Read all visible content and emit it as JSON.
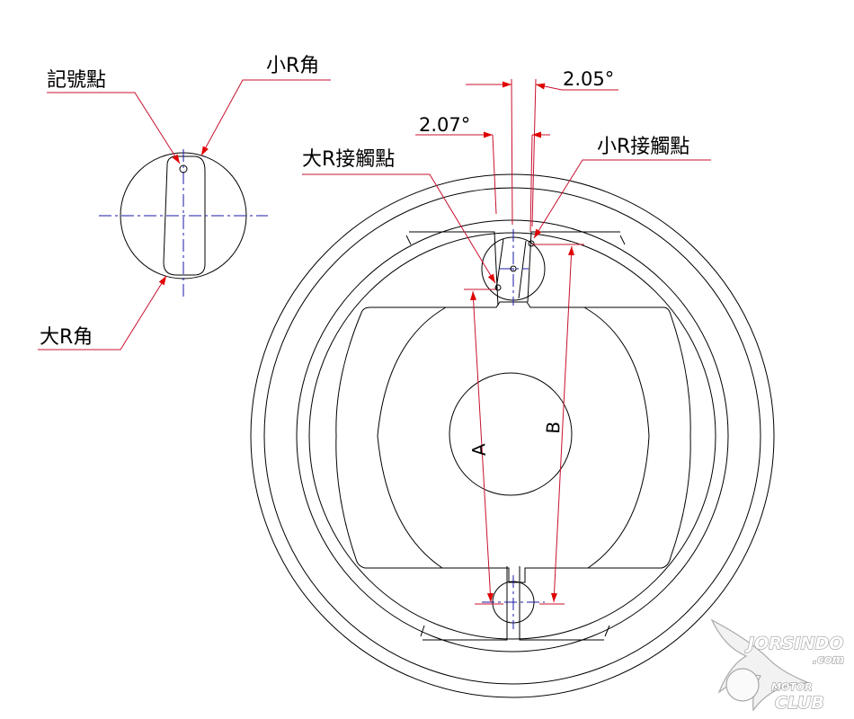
{
  "labels": {
    "mark_point": "記號點",
    "small_r_corner": "小R角",
    "large_r_corner": "大R角",
    "large_r_contact": "大R接觸點",
    "small_r_contact": "小R接觸點",
    "angle_small": "2.05°",
    "angle_large": "2.07°",
    "dim_a": "A",
    "dim_b": "B"
  },
  "watermark": {
    "brand": "JORSINDO",
    "domain": ".com",
    "motor": "MOTOR",
    "club": "CLUB"
  },
  "colors": {
    "geometry": "#000000",
    "leader": "#c8102e",
    "centerline": "#1a1aa8"
  }
}
